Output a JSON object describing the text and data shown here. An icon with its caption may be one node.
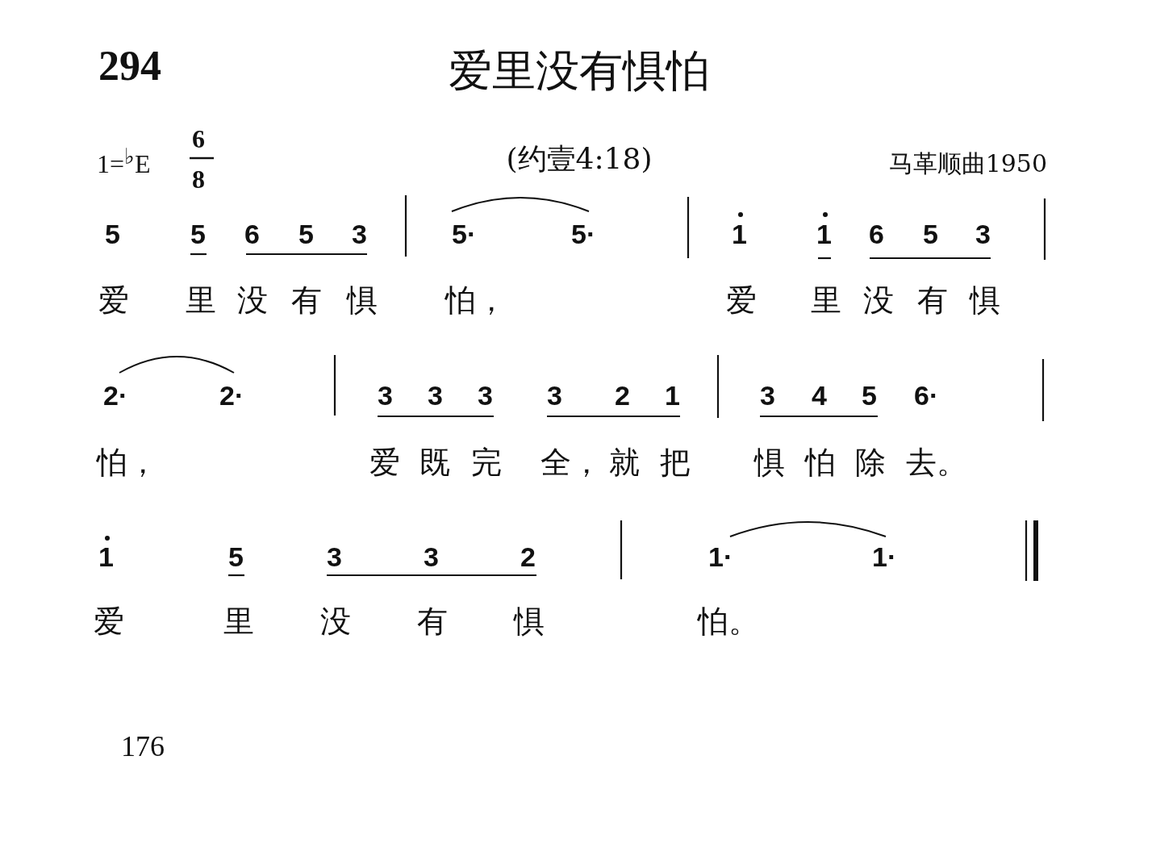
{
  "diagram": {
    "title": "爱里没有惧怕",
    "labels": [
      "294",
      "1=$^{♭}$E",
      "6",
      "8",
      "(约壹4:18)",
      "马革顺曲1950",
      "5",
      "5",
      "6",
      "5",
      "3",
      "5·",
      "5·",
      "1",
      "1",
      "6",
      "5",
      "3",
      "爱",
      "里",
      "没",
      "有",
      "惧",
      "怕，",
      "爱",
      "里",
      "没",
      "有",
      "惧",
      "2·",
      "2·",
      "3",
      "3",
      "3",
      "3",
      "2",
      "1",
      "3",
      "4",
      "5",
      "6·",
      "怕，",
      "爱",
      "既",
      "完",
      "全，",
      "就",
      "把",
      "惧",
      "怕",
      "除",
      "去。",
      "1",
      "5",
      "3",
      "3",
      "2",
      "1·",
      "1·",
      "爱",
      "里",
      "没",
      "有",
      "惧",
      "怕。",
      "176"
    ]
  }
}
